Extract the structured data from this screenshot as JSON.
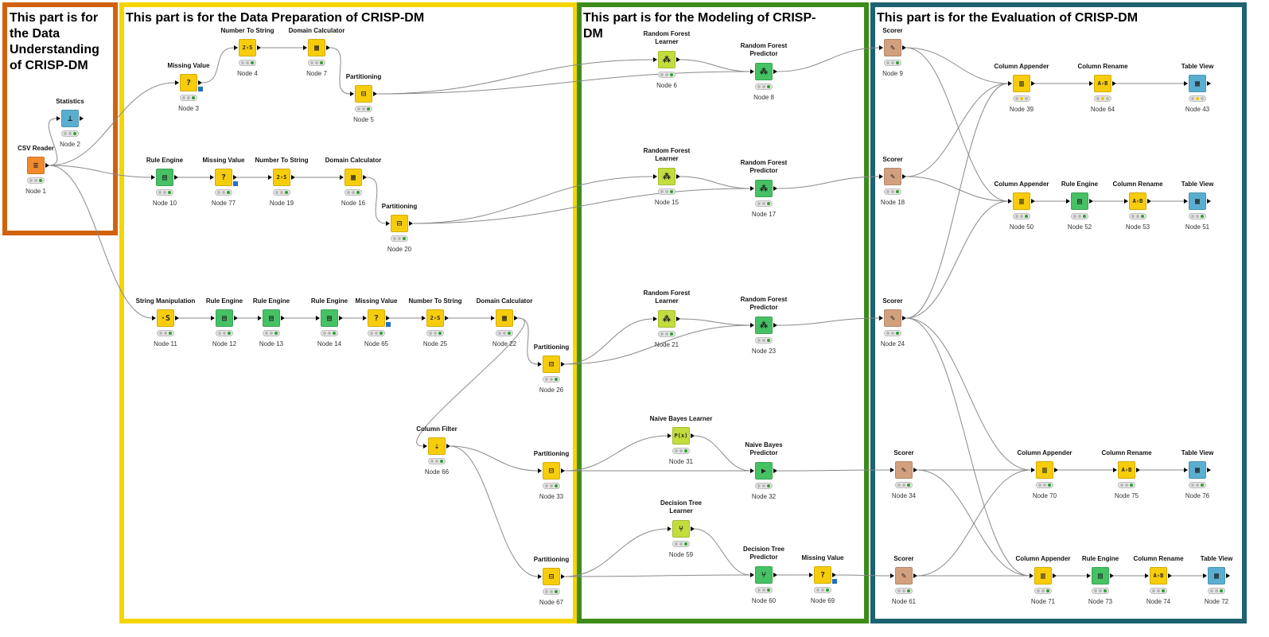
{
  "annotations": [
    {
      "title": "This part is for the Data Understanding of CRISP-DM",
      "border_color": "#d0620d"
    },
    {
      "title": "This part is for the Data Preparation of CRISP-DM",
      "border_color": "#f5d500"
    },
    {
      "title": "This part is for the Modeling of CRISP-DM",
      "border_color": "#3d8c1a"
    },
    {
      "title": "This part is for the Evaluation of CRISP-DM",
      "border_color": "#1d6270"
    }
  ],
  "colors": {
    "source": "#f08a2c",
    "manipulator": "#f7cc0a",
    "learner": "#c2dd3c",
    "predictor": "#46c164",
    "scorer": "#d3a07e",
    "visualizer": "#5aaed0",
    "wire": "#8a8a8a"
  },
  "nodes": [
    {
      "id": "n1",
      "title": "CSV Reader",
      "label": "Node 1",
      "type": "source",
      "icon": "csv-reader-icon",
      "glyph": "≡",
      "status": "green"
    },
    {
      "id": "n2",
      "title": "Statistics",
      "label": "Node 2",
      "type": "visualizer",
      "icon": "statistics-icon",
      "glyph": "⊥",
      "status": "green"
    },
    {
      "id": "n3",
      "title": "Missing Value",
      "label": "Node 3",
      "type": "manipulator",
      "icon": "missing-value-icon",
      "glyph": "?",
      "status": "green"
    },
    {
      "id": "n4",
      "title": "Number To String",
      "label": "Node 4",
      "type": "manipulator",
      "icon": "number-to-string-icon",
      "glyph": "2›S",
      "status": "green"
    },
    {
      "id": "n7",
      "title": "Domain Calculator",
      "label": "Node 7",
      "type": "manipulator",
      "icon": "domain-calculator-icon",
      "glyph": "▦",
      "status": "green"
    },
    {
      "id": "n5",
      "title": "Partitioning",
      "label": "Node 5",
      "type": "manipulator",
      "icon": "partitioning-icon",
      "glyph": "⊟",
      "status": "green"
    },
    {
      "id": "n10",
      "title": "Rule Engine",
      "label": "Node 10",
      "type": "predictor",
      "icon": "rule-engine-icon",
      "glyph": "▤",
      "status": "green"
    },
    {
      "id": "n77",
      "title": "Missing Value",
      "label": "Node 77",
      "type": "manipulator",
      "icon": "missing-value-icon",
      "glyph": "?",
      "status": "green"
    },
    {
      "id": "n19",
      "title": "Number To String",
      "label": "Node 19",
      "type": "manipulator",
      "icon": "number-to-string-icon",
      "glyph": "2›S",
      "status": "green"
    },
    {
      "id": "n16",
      "title": "Domain Calculator",
      "label": "Node 16",
      "type": "manipulator",
      "icon": "domain-calculator-icon",
      "glyph": "▦",
      "status": "green"
    },
    {
      "id": "n20",
      "title": "Partitioning",
      "label": "Node 20",
      "type": "manipulator",
      "icon": "partitioning-icon",
      "glyph": "⊟",
      "status": "green"
    },
    {
      "id": "n11",
      "title": "String Manipulation",
      "label": "Node 11",
      "type": "manipulator",
      "icon": "string-manipulation-icon",
      "glyph": "·S",
      "status": "green"
    },
    {
      "id": "n12",
      "title": "Rule Engine",
      "label": "Node 12",
      "type": "predictor",
      "icon": "rule-engine-icon",
      "glyph": "▤",
      "status": "green"
    },
    {
      "id": "n13",
      "title": "Rule Engine",
      "label": "Node 13",
      "type": "predictor",
      "icon": "rule-engine-icon",
      "glyph": "▤",
      "status": "green"
    },
    {
      "id": "n14",
      "title": "Rule Engine",
      "label": "Node 14",
      "type": "predictor",
      "icon": "rule-engine-icon",
      "glyph": "▤",
      "status": "green"
    },
    {
      "id": "n65",
      "title": "Missing Value",
      "label": "Node 65",
      "type": "manipulator",
      "icon": "missing-value-icon",
      "glyph": "?",
      "status": "green"
    },
    {
      "id": "n25",
      "title": "Number To String",
      "label": "Node 25",
      "type": "manipulator",
      "icon": "number-to-string-icon",
      "glyph": "2›S",
      "status": "green"
    },
    {
      "id": "n22",
      "title": "Domain Calculator",
      "label": "Node 22",
      "type": "manipulator",
      "icon": "domain-calculator-icon",
      "glyph": "▦",
      "status": "green"
    },
    {
      "id": "n26",
      "title": "Partitioning",
      "label": "Node 26",
      "type": "manipulator",
      "icon": "partitioning-icon",
      "glyph": "⊟",
      "status": "green"
    },
    {
      "id": "n66",
      "title": "Column Filter",
      "label": "Node 66",
      "type": "manipulator",
      "icon": "column-filter-icon",
      "glyph": "⇣",
      "status": "green"
    },
    {
      "id": "n33",
      "title": "Partitioning",
      "label": "Node 33",
      "type": "manipulator",
      "icon": "partitioning-icon",
      "glyph": "⊟",
      "status": "green"
    },
    {
      "id": "n67",
      "title": "Partitioning",
      "label": "Node 67",
      "type": "manipulator",
      "icon": "partitioning-icon",
      "glyph": "⊟",
      "status": "green"
    },
    {
      "id": "n6",
      "title": "Random Forest Learner",
      "label": "Node 6",
      "type": "learner",
      "icon": "random-forest-learner-icon",
      "glyph": "⁂",
      "status": "green"
    },
    {
      "id": "n8",
      "title": "Random Forest Predictor",
      "label": "Node 8",
      "type": "predictor",
      "icon": "random-forest-predictor-icon",
      "glyph": "⁂",
      "status": "green"
    },
    {
      "id": "n15",
      "title": "Random Forest Learner",
      "label": "Node 15",
      "type": "learner",
      "icon": "random-forest-learner-icon",
      "glyph": "⁂",
      "status": "green"
    },
    {
      "id": "n17",
      "title": "Random Forest Predictor",
      "label": "Node 17",
      "type": "predictor",
      "icon": "random-forest-predictor-icon",
      "glyph": "⁂",
      "status": "green"
    },
    {
      "id": "n21",
      "title": "Random Forest Learner",
      "label": "Node 21",
      "type": "learner",
      "icon": "random-forest-learner-icon",
      "glyph": "⁂",
      "status": "green"
    },
    {
      "id": "n23",
      "title": "Random Forest Predictor",
      "label": "Node 23",
      "type": "predictor",
      "icon": "random-forest-predictor-icon",
      "glyph": "⁂",
      "status": "green"
    },
    {
      "id": "n31",
      "title": "Naive Bayes Learner",
      "label": "Node 31",
      "type": "learner",
      "icon": "naive-bayes-learner-icon",
      "glyph": "P(x)",
      "status": "green"
    },
    {
      "id": "n32",
      "title": "Naive Bayes Predictor",
      "label": "Node 32",
      "type": "predictor",
      "icon": "naive-bayes-predictor-icon",
      "glyph": "▶",
      "status": "green"
    },
    {
      "id": "n59",
      "title": "Decision Tree Learner",
      "label": "Node 59",
      "type": "learner",
      "icon": "decision-tree-learner-icon",
      "glyph": "⑂",
      "status": "green"
    },
    {
      "id": "n60",
      "title": "Decision Tree Predictor",
      "label": "Node 60",
      "type": "predictor",
      "icon": "decision-tree-predictor-icon",
      "glyph": "⑂",
      "status": "green"
    },
    {
      "id": "n69",
      "title": "Missing Value",
      "label": "Node 69",
      "type": "manipulator",
      "icon": "missing-value-icon",
      "glyph": "?",
      "status": "green"
    },
    {
      "id": "n9",
      "title": "Scorer",
      "label": "Node 9",
      "type": "scorer",
      "icon": "scorer-icon",
      "glyph": "✎",
      "status": "green"
    },
    {
      "id": "n18",
      "title": "Scorer",
      "label": "Node 18",
      "type": "scorer",
      "icon": "scorer-icon",
      "glyph": "✎",
      "status": "green"
    },
    {
      "id": "n24",
      "title": "Scorer",
      "label": "Node 24",
      "type": "scorer",
      "icon": "scorer-icon",
      "glyph": "✎",
      "status": "green"
    },
    {
      "id": "n34",
      "title": "Scorer",
      "label": "Node 34",
      "type": "scorer",
      "icon": "scorer-icon",
      "glyph": "✎",
      "status": "green"
    },
    {
      "id": "n61",
      "title": "Scorer",
      "label": "Node 61",
      "type": "scorer",
      "icon": "scorer-icon",
      "glyph": "✎",
      "status": "green"
    },
    {
      "id": "n39",
      "title": "Column Appender",
      "label": "Node 39",
      "type": "manipulator",
      "icon": "column-appender-icon",
      "glyph": "▥",
      "status": "yellow"
    },
    {
      "id": "n64",
      "title": "Column Rename",
      "label": "Node 64",
      "type": "manipulator",
      "icon": "column-rename-icon",
      "glyph": "A›B",
      "status": "yellow"
    },
    {
      "id": "n43",
      "title": "Table View",
      "label": "Node 43",
      "type": "visualizer",
      "icon": "table-view-icon",
      "glyph": "▦",
      "status": "yellow"
    },
    {
      "id": "n50",
      "title": "Column Appender",
      "label": "Node 50",
      "type": "manipulator",
      "icon": "column-appender-icon",
      "glyph": "▥",
      "status": "green"
    },
    {
      "id": "n52",
      "title": "Rule Engine",
      "label": "Node 52",
      "type": "predictor",
      "icon": "rule-engine-icon",
      "glyph": "▤",
      "status": "green"
    },
    {
      "id": "n53",
      "title": "Column Rename",
      "label": "Node 53",
      "type": "manipulator",
      "icon": "column-rename-icon",
      "glyph": "A›B",
      "status": "green"
    },
    {
      "id": "n51",
      "title": "Table View",
      "label": "Node 51",
      "type": "visualizer",
      "icon": "table-view-icon",
      "glyph": "▦",
      "status": "green"
    },
    {
      "id": "n70",
      "title": "Column Appender",
      "label": "Node 70",
      "type": "manipulator",
      "icon": "column-appender-icon",
      "glyph": "▥",
      "status": "green"
    },
    {
      "id": "n75",
      "title": "Column Rename",
      "label": "Node 75",
      "type": "manipulator",
      "icon": "column-rename-icon",
      "glyph": "A›B",
      "status": "green"
    },
    {
      "id": "n76",
      "title": "Table View",
      "label": "Node 76",
      "type": "visualizer",
      "icon": "table-view-icon",
      "glyph": "▦",
      "status": "green"
    },
    {
      "id": "n71",
      "title": "Column Appender",
      "label": "Node 71",
      "type": "manipulator",
      "icon": "column-appender-icon",
      "glyph": "▥",
      "status": "green"
    },
    {
      "id": "n73",
      "title": "Rule Engine",
      "label": "Node 73",
      "type": "predictor",
      "icon": "rule-engine-icon",
      "glyph": "▤",
      "status": "green"
    },
    {
      "id": "n74",
      "title": "Column Rename",
      "label": "Node 74",
      "type": "manipulator",
      "icon": "column-rename-icon",
      "glyph": "A›B",
      "status": "green"
    },
    {
      "id": "n72",
      "title": "Table View",
      "label": "Node 72",
      "type": "visualizer",
      "icon": "table-view-icon",
      "glyph": "▦",
      "status": "green"
    }
  ],
  "connections": [
    [
      "n1",
      "n2"
    ],
    [
      "n1",
      "n3"
    ],
    [
      "n1",
      "n10"
    ],
    [
      "n1",
      "n11"
    ],
    [
      "n3",
      "n4"
    ],
    [
      "n4",
      "n7"
    ],
    [
      "n7",
      "n5"
    ],
    [
      "n5",
      "n6"
    ],
    [
      "n5",
      "n8"
    ],
    [
      "n6",
      "n8"
    ],
    [
      "n8",
      "n9"
    ],
    [
      "n10",
      "n77"
    ],
    [
      "n77",
      "n19"
    ],
    [
      "n19",
      "n16"
    ],
    [
      "n16",
      "n20"
    ],
    [
      "n20",
      "n15"
    ],
    [
      "n20",
      "n17"
    ],
    [
      "n15",
      "n17"
    ],
    [
      "n17",
      "n18"
    ],
    [
      "n11",
      "n12"
    ],
    [
      "n12",
      "n13"
    ],
    [
      "n13",
      "n14"
    ],
    [
      "n14",
      "n65"
    ],
    [
      "n65",
      "n25"
    ],
    [
      "n25",
      "n22"
    ],
    [
      "n22",
      "n26"
    ],
    [
      "n22",
      "n66"
    ],
    [
      "n26",
      "n21"
    ],
    [
      "n26",
      "n23"
    ],
    [
      "n21",
      "n23"
    ],
    [
      "n23",
      "n24"
    ],
    [
      "n66",
      "n33"
    ],
    [
      "n66",
      "n67"
    ],
    [
      "n33",
      "n31"
    ],
    [
      "n33",
      "n32"
    ],
    [
      "n31",
      "n32"
    ],
    [
      "n32",
      "n34"
    ],
    [
      "n67",
      "n59"
    ],
    [
      "n67",
      "n60"
    ],
    [
      "n59",
      "n60"
    ],
    [
      "n60",
      "n69"
    ],
    [
      "n69",
      "n61"
    ],
    [
      "n9",
      "n39"
    ],
    [
      "n18",
      "n39"
    ],
    [
      "n24",
      "n39"
    ],
    [
      "n39",
      "n64"
    ],
    [
      "n64",
      "n43"
    ],
    [
      "n9",
      "n50"
    ],
    [
      "n18",
      "n50"
    ],
    [
      "n24",
      "n50"
    ],
    [
      "n50",
      "n52"
    ],
    [
      "n52",
      "n53"
    ],
    [
      "n53",
      "n51"
    ],
    [
      "n34",
      "n70"
    ],
    [
      "n61",
      "n70"
    ],
    [
      "n24",
      "n70"
    ],
    [
      "n70",
      "n75"
    ],
    [
      "n75",
      "n76"
    ],
    [
      "n34",
      "n71"
    ],
    [
      "n61",
      "n71"
    ],
    [
      "n24",
      "n71"
    ],
    [
      "n71",
      "n73"
    ],
    [
      "n73",
      "n74"
    ],
    [
      "n74",
      "n72"
    ]
  ]
}
